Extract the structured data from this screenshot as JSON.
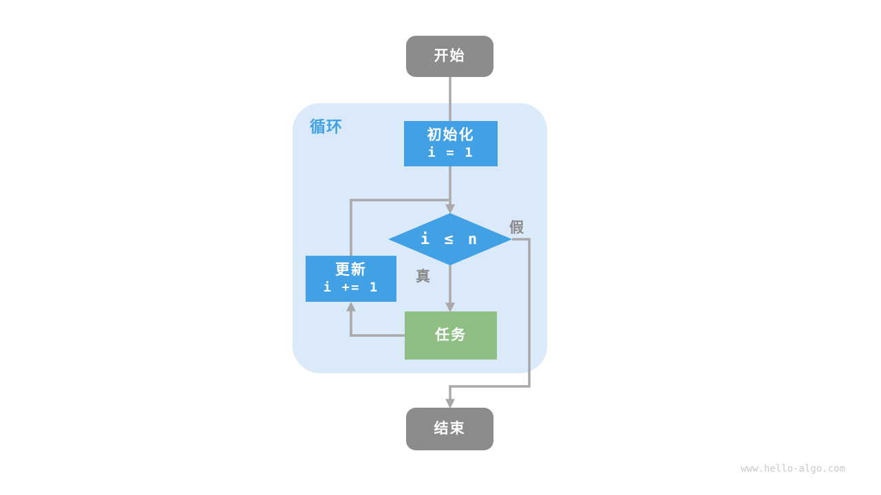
{
  "diagram": {
    "loop_label": "循环",
    "nodes": {
      "start": {
        "label": "开始"
      },
      "init": {
        "label": "初始化",
        "code": "i = 1"
      },
      "condition": {
        "code": "i ≤ n"
      },
      "update": {
        "label": "更新",
        "code": "i += 1"
      },
      "task": {
        "label": "任务"
      },
      "end": {
        "label": "结束"
      }
    },
    "edge_labels": {
      "true": "真",
      "false": "假"
    },
    "colors": {
      "terminal_fill": "#8c8c8c",
      "process_fill": "#42a1e4",
      "task_fill": "#8ebe84",
      "loop_bg": "#dbeaf8",
      "loop_label": "#42a1e4",
      "connector": "#a8a8a8",
      "edge_label": "#8a8a8a",
      "watermark": "#c9c9c9"
    }
  },
  "watermark": "www.hello-algo.com"
}
